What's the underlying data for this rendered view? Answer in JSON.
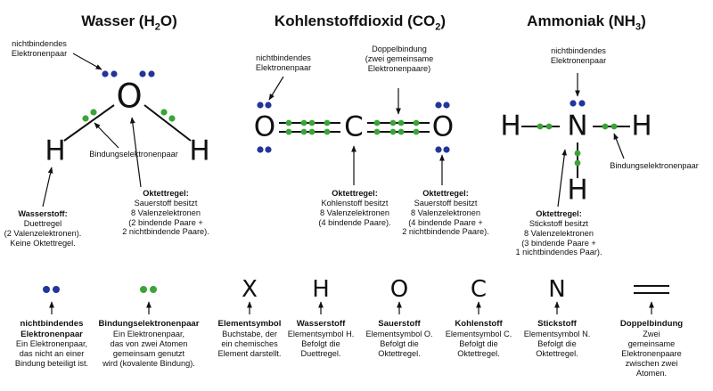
{
  "titles": {
    "water": "Wasser (H",
    "water_sub": "2",
    "water_end": "O)",
    "co2": "Kohlenstoffdioxid (CO",
    "co2_sub": "2",
    "co2_end": ")",
    "nh3": "Ammoniak (NH",
    "nh3_sub": "3",
    "nh3_end": ")"
  },
  "symbols": {
    "O": "O",
    "H": "H",
    "C": "C",
    "N": "N",
    "X": "X"
  },
  "water": {
    "lone_pair_label_1": "nichtbindendes",
    "lone_pair_label_2": "Elektronenpaar",
    "bonding_label": "Bindungselektronenpaar",
    "hydrogen_title": "Wasserstoff:",
    "hydrogen_lines": [
      "Duettregel",
      "(2 Valenzelektronen).",
      "Keine Oktettregel."
    ],
    "octet_title": "Oktettregel:",
    "octet_lines": [
      "Sauerstoff besitzt",
      "8 Valenzelektronen",
      "(2 bindende Paare +",
      "2 nichtbindende Paare)."
    ]
  },
  "co2": {
    "lone_pair_label_1": "nichtbindendes",
    "lone_pair_label_2": "Elektronenpaar",
    "double_label": [
      "Doppelbindung",
      "(zwei gemeinsame",
      "Elektronenpaare)"
    ],
    "c_octet_title": "Oktettregel:",
    "c_octet_lines": [
      "Kohlenstoff besitzt",
      "8 Valenzelektronen",
      "(4 bindende Paare)."
    ],
    "o_octet_title": "Oktettregel:",
    "o_octet_lines": [
      "Sauerstoff besitzt",
      "8 Valenzelektronen",
      "(4 bindende Paare +",
      "2 nichtbindende Paare)."
    ]
  },
  "nh3": {
    "lone_pair_label_1": "nichtbindendes",
    "lone_pair_label_2": "Elektronenpaar",
    "bonding_label": "Bindungselektronenpaar",
    "octet_title": "Oktettregel:",
    "octet_lines": [
      "Stickstoff besitzt",
      "8 Valenzelektronen",
      "(3 bindende Paare +",
      "1 nichtbindendes Paar)."
    ]
  },
  "legend": [
    {
      "id": "lone",
      "title_lines": [
        "nichtbindendes",
        "Elektronenpaar"
      ],
      "desc": [
        "Ein Elektronenpaar,",
        "das nicht an einer",
        "Bindung beteiligt ist."
      ]
    },
    {
      "id": "bond",
      "title_lines": [
        "Bindungselektronenpaar"
      ],
      "desc": [
        "Ein Elektronenpaar,",
        "das von zwei Atomen",
        "gemeinsam genutzt",
        "wird (kovalente Bindung)."
      ]
    },
    {
      "id": "elem",
      "title_lines": [
        "Elementsymbol"
      ],
      "desc": [
        "Buchstabe, der",
        "ein chemisches",
        "Element darstellt."
      ]
    },
    {
      "id": "h",
      "title_lines": [
        "Wasserstoff"
      ],
      "desc": [
        "Elementsymbol H.",
        "Befolgt die",
        "Duettregel."
      ]
    },
    {
      "id": "o",
      "title_lines": [
        "Sauerstoff"
      ],
      "desc": [
        "Elementsymbol O.",
        "Befolgt die",
        "Oktettregel."
      ]
    },
    {
      "id": "c",
      "title_lines": [
        "Kohlenstoff"
      ],
      "desc": [
        "Elementsymbol C.",
        "Befolgt die",
        "Oktettregel."
      ]
    },
    {
      "id": "n",
      "title_lines": [
        "Stickstoff"
      ],
      "desc": [
        "Elementsymbol N.",
        "Befolgt die",
        "Oktettregel."
      ]
    },
    {
      "id": "dbl",
      "title_lines": [
        "Doppelbindung"
      ],
      "desc": [
        "Zwei gemeinsame",
        "Elektronenpaare",
        "zwischen zwei Atomen."
      ]
    }
  ],
  "colors": {
    "lone_pair": "#23359b",
    "bonding_pair": "#3aa537",
    "line": "#111111"
  }
}
